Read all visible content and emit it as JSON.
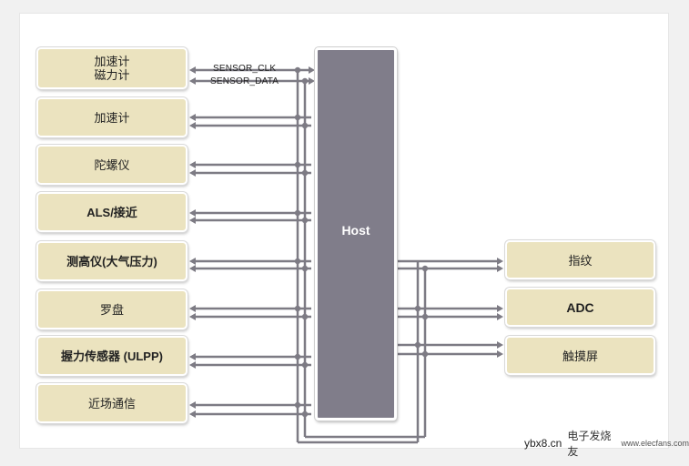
{
  "left_blocks": [
    {
      "label": "加速计\n磁力计",
      "bold": false
    },
    {
      "label": "加速计",
      "bold": false
    },
    {
      "label": "陀螺仪",
      "bold": false
    },
    {
      "label": "ALS/接近",
      "bold": true
    },
    {
      "label": "测高仪(大气压力)",
      "bold": true
    },
    {
      "label": "罗盘",
      "bold": false
    },
    {
      "label": "握力传感器 (ULPP)",
      "bold": true
    },
    {
      "label": "近场通信",
      "bold": false
    }
  ],
  "host": {
    "label": "Host"
  },
  "right_blocks": [
    {
      "label": "指纹",
      "bold": false
    },
    {
      "label": "ADC",
      "bold": true
    },
    {
      "label": "触摸屏",
      "bold": false
    }
  ],
  "signals": {
    "clk": "SENSOR_CLK",
    "data": "SENSOR_DATA"
  },
  "watermark": {
    "site": "ybx8.cn",
    "logo_text": "电子发烧友",
    "site2": "www.elecfans.com"
  },
  "colors": {
    "block_fill": "#ebe3bf",
    "host_fill": "#807d8a",
    "wire": "#7d7b84"
  }
}
